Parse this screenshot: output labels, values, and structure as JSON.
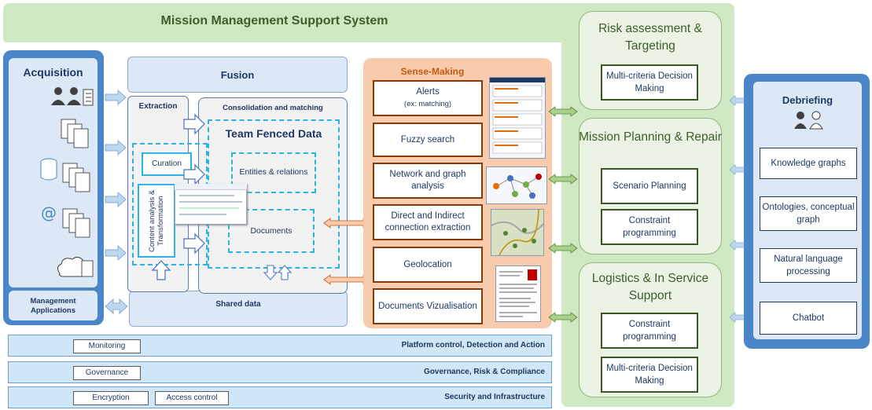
{
  "title": "Mission Management Support System",
  "acquisition": {
    "title": "Acquisition",
    "management": "Management Applications"
  },
  "fusion": {
    "title": "Fusion",
    "extraction": "Extraction",
    "consolidation": "Consolidation and matching",
    "team_fenced": "Team Fenced Data",
    "entities": "Entities & relations",
    "documents": "Documents",
    "curation": "Curation",
    "content_analysis": "Content analysis & Transformation",
    "shared_data": "Shared data"
  },
  "sense_making": {
    "title": "Sense-Making",
    "items": [
      {
        "label": "Alerts",
        "sub": "(ex: matching)"
      },
      {
        "label": "Fuzzy search"
      },
      {
        "label": "Network and graph analysis"
      },
      {
        "label": "Direct and Indirect connection extraction"
      },
      {
        "label": "Geolocation"
      },
      {
        "label": "Documents Vizualisation"
      }
    ]
  },
  "right": {
    "risk": {
      "title": "Risk assessment & Targeting",
      "items": [
        "Multi-criteria Decision Making"
      ]
    },
    "planning": {
      "title": "Mission Planning & Repair",
      "items": [
        "Scenario Planning",
        "Constraint programming"
      ]
    },
    "logistics": {
      "title": "Logistics & In Service Support",
      "items": [
        "Constraint programming",
        "Multi-criteria Decision Making"
      ]
    }
  },
  "debriefing": {
    "title": "Debriefing",
    "items": [
      "Knowledge graphs",
      "Ontologies, conceptual graph",
      "Natural language processing",
      "Chatbot"
    ]
  },
  "bands": [
    {
      "label": "Platform control, Detection and Action",
      "buttons": [
        "Monitoring"
      ]
    },
    {
      "label": "Governance, Risk & Compliance",
      "buttons": [
        "Governance"
      ]
    },
    {
      "label": "Security and Infrastructure",
      "buttons": [
        "Encryption",
        "Access control"
      ]
    }
  ],
  "colors": {
    "light_green": "#cfe8c3",
    "blue": "#4a86c8",
    "peach": "#f8cbad",
    "cyan_dash": "#2bb3e6"
  }
}
